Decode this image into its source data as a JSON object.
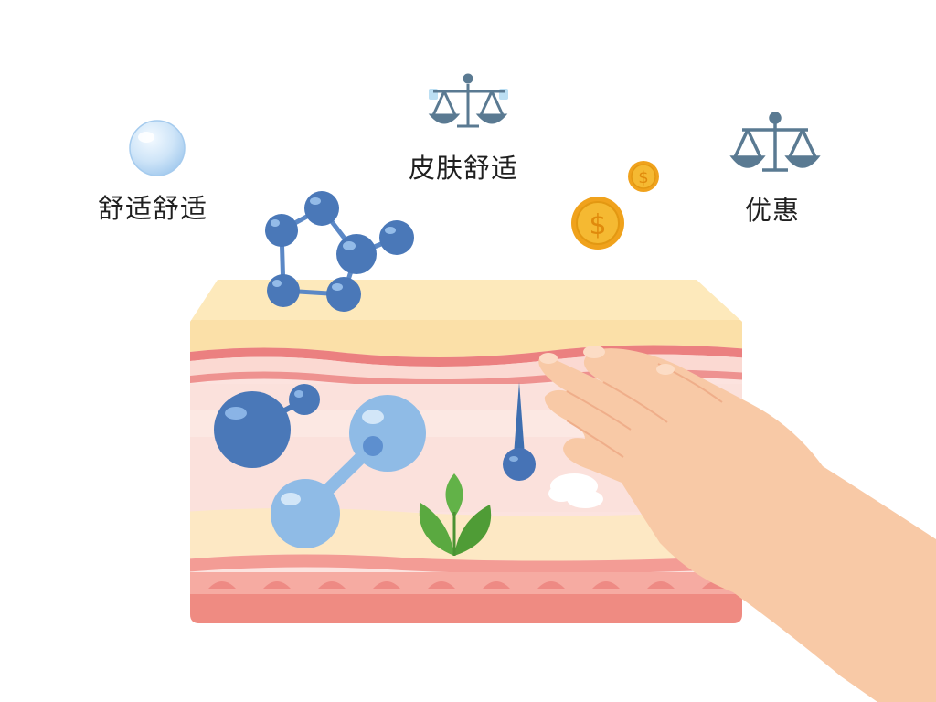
{
  "labels": {
    "comfort_left": "舒适舒适",
    "comfort_top": "皮肤舒适",
    "discount": "优惠"
  },
  "icons": {
    "coin_symbol": "$",
    "bubble": "bubble-icon",
    "scale": "scale-icon",
    "coin": "coin-icon",
    "molecule": "molecule-icon",
    "sprout": "sprout-icon",
    "hand": "hand-icon"
  },
  "colors": {
    "molecule_dark": "#4a78b8",
    "molecule_light": "#8fbbe6",
    "coin_gold": "#f5b932",
    "coin_rim": "#f0a21c",
    "scale_gray": "#5a7a92",
    "leaf_green": "#52a23c",
    "skin_top": "#fbe3ac",
    "skin_red": "#ea7f80",
    "skin_pink": "#fbe0dd",
    "hand": "#f8c9a6"
  }
}
